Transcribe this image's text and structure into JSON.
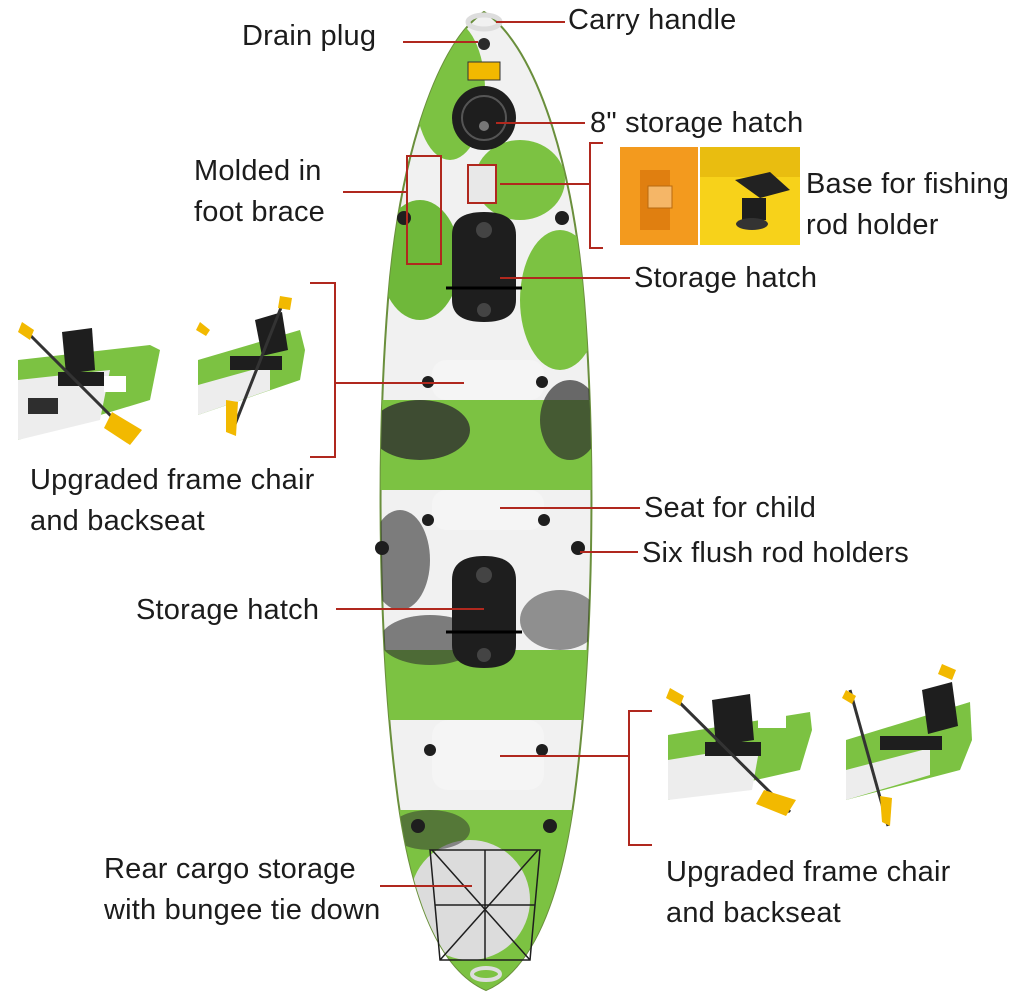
{
  "labels": {
    "drain_plug": "Drain plug",
    "carry_handle": "Carry handle",
    "storage_hatch_8": "8\" storage hatch",
    "foot_brace": {
      "line1": "Molded in",
      "line2": "foot brace"
    },
    "rod_holder_base": {
      "line1": "Base for fishing",
      "line2": "rod holder"
    },
    "storage_hatch_front": "Storage hatch",
    "frame_chair_left": {
      "line1": "Upgraded frame chair",
      "line2": "and backseat"
    },
    "seat_for_child": "Seat for child",
    "flush_rod_holders": "Six flush rod holders",
    "storage_hatch_rear": "Storage hatch",
    "rear_cargo": {
      "line1": "Rear cargo storage",
      "line2": "with bungee tie down"
    },
    "frame_chair_right": {
      "line1": "Upgraded frame chair",
      "line2": "and backseat"
    }
  },
  "colors": {
    "leader_line": "#b0281e",
    "kayak_green": "#7cc242",
    "kayak_white": "#f2f2f2",
    "kayak_dark": "#2b2b2b",
    "hatch_black": "#1e1e1e",
    "paddle_yellow": "#f2b900",
    "photo_orange": "#f39a1e",
    "photo_yellow": "#f7d21a"
  }
}
